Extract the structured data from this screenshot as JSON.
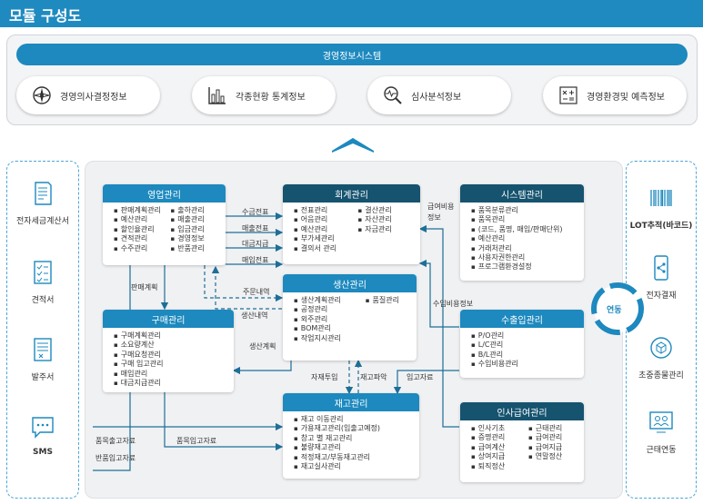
{
  "title": "모듈 구성도",
  "system_bar": "경영정보시스템",
  "pills": [
    {
      "label": "경영의사결정정보",
      "icon": "compass-icon"
    },
    {
      "label": "각종현황 통계정보",
      "icon": "bar-chart-icon"
    },
    {
      "label": "심사분석정보",
      "icon": "magnifier-pulse-icon"
    },
    {
      "label": "경영환경및 예측정보",
      "icon": "formula-icon"
    }
  ],
  "left_side": [
    {
      "label": "전자세금계산서",
      "icon": "receipt-icon"
    },
    {
      "label": "견적서",
      "icon": "checklist-icon"
    },
    {
      "label": "발주서",
      "icon": "order-form-icon"
    },
    {
      "label": "SMS",
      "icon": "chat-bubble-icon"
    }
  ],
  "right_side": [
    {
      "label": "LOT추적(바코드)",
      "icon": "barcode-icon"
    },
    {
      "label": "전자결재",
      "icon": "mobile-share-icon"
    },
    {
      "label": "초중종물관리",
      "icon": "box-cycle-icon"
    },
    {
      "label": "근태연동",
      "icon": "people-screen-icon"
    }
  ],
  "link_label": "연동",
  "modules": {
    "sales": {
      "title": "영업관리",
      "col1": [
        "판매계획관리",
        "예산관리",
        "할인율관리",
        "견적관리",
        "수주관리"
      ],
      "col2": [
        "출하관리",
        "매출관리",
        "입금관리",
        "경영정보",
        "반품관리"
      ]
    },
    "accounting": {
      "title": "회계관리",
      "col1": [
        "전표관리",
        "어음관리",
        "예산관리",
        "부가세관리",
        "결의서 관리"
      ],
      "col2": [
        "결산관리",
        "자산관리",
        "자금관리"
      ]
    },
    "system": {
      "title": "시스템관리",
      "items": [
        "품목분류관리",
        "품목관리",
        "(코드, 품명, 매입/판매단위)",
        "예산관리",
        "거래처관리",
        "사용자권한관리",
        "프로그램환경설정"
      ]
    },
    "production": {
      "title": "생산관리",
      "col1": [
        "생산계획관리",
        "공정관리",
        "외주관리",
        "BOM관리",
        "작업지시관리"
      ],
      "col2": [
        "품질관리"
      ]
    },
    "purchase": {
      "title": "구매관리",
      "items": [
        "구매계획관리",
        "소요량계산",
        "구매요청관리",
        "구매 입고관리",
        "매입관리",
        "대금지급관리"
      ]
    },
    "import_export": {
      "title": "수출입관리",
      "items": [
        "P/O관리",
        "L/C관리",
        "B/L관리",
        "수입비용관리"
      ]
    },
    "inventory": {
      "title": "재고관리",
      "items": [
        "재고 이동관리",
        "가용재고관리(입출고예정)",
        "창고 별 재고관리",
        "불량재고관리",
        "적정재고/부동재고관리",
        "재고실사관리"
      ]
    },
    "hr": {
      "title": "인사급여관리",
      "col1": [
        "인사기초",
        "증명관리",
        "급여계산",
        "상여지급",
        "퇴직정산"
      ],
      "col2": [
        "근태관리",
        "급여관리",
        "급여지급",
        "연말정산"
      ]
    }
  },
  "flow_labels": {
    "receipt_slip": "수금전표",
    "sales_slip": "매출전표",
    "payment_slip": "대금지급",
    "purchase_slip": "매입전표",
    "payroll_cost": "급여비용",
    "payroll_info": "정보",
    "sales_plan": "판매계획",
    "order_details": "주문내역",
    "production_details": "생산내역",
    "production_plan": "생산계획",
    "import_cost_info": "수입비용정보",
    "material_input": "자재투입",
    "inventory_check": "재고파악",
    "import_receipt": "입고자료",
    "item_shipping": "품목출고자료",
    "item_receiving": "품목입고자료",
    "return_receiving": "반품입고자료"
  }
}
